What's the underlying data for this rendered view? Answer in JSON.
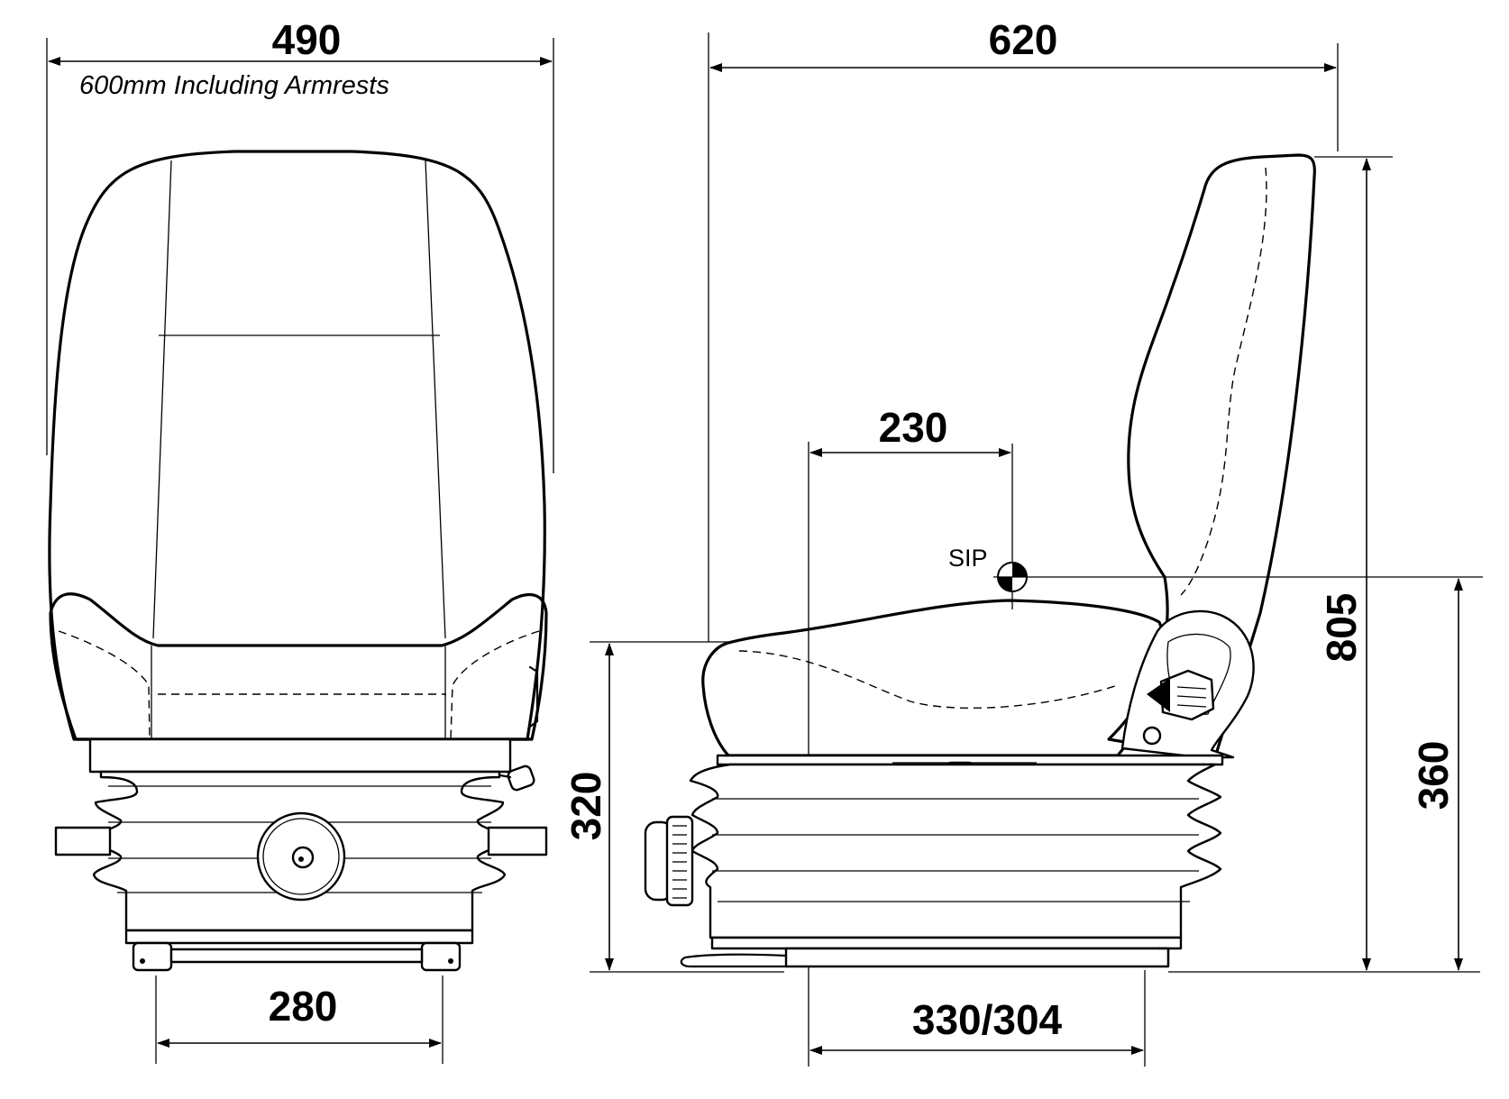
{
  "dimensions": {
    "front_width": "490",
    "front_width_note": "600mm Including Armrests",
    "front_base_width": "280",
    "side_depth": "620",
    "sip_offset": "230",
    "sip_label": "SIP",
    "overall_height": "805",
    "sip_height": "360",
    "cushion_height": "320",
    "rail_length": "330/304"
  }
}
